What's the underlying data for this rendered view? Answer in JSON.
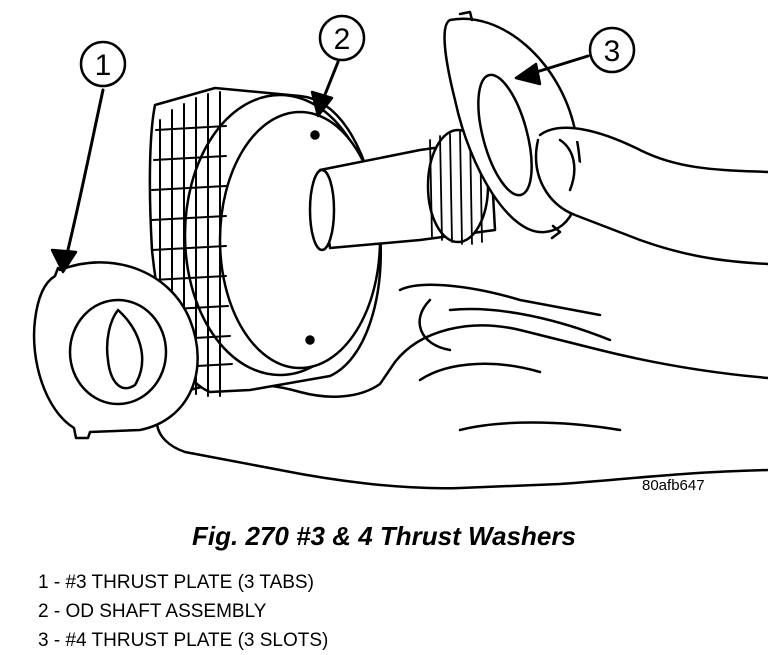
{
  "callouts": [
    {
      "number": "1"
    },
    {
      "number": "2"
    },
    {
      "number": "3"
    }
  ],
  "reference_code": "80afb647",
  "caption": "Fig. 270 #3 & 4 Thrust Washers",
  "legend": [
    "1 - #3 THRUST PLATE (3 TABS)",
    "2 - OD SHAFT ASSEMBLY",
    "3 - #4 THRUST PLATE (3 SLOTS)"
  ],
  "colors": {
    "ink": "#000000",
    "paper": "#ffffff"
  }
}
